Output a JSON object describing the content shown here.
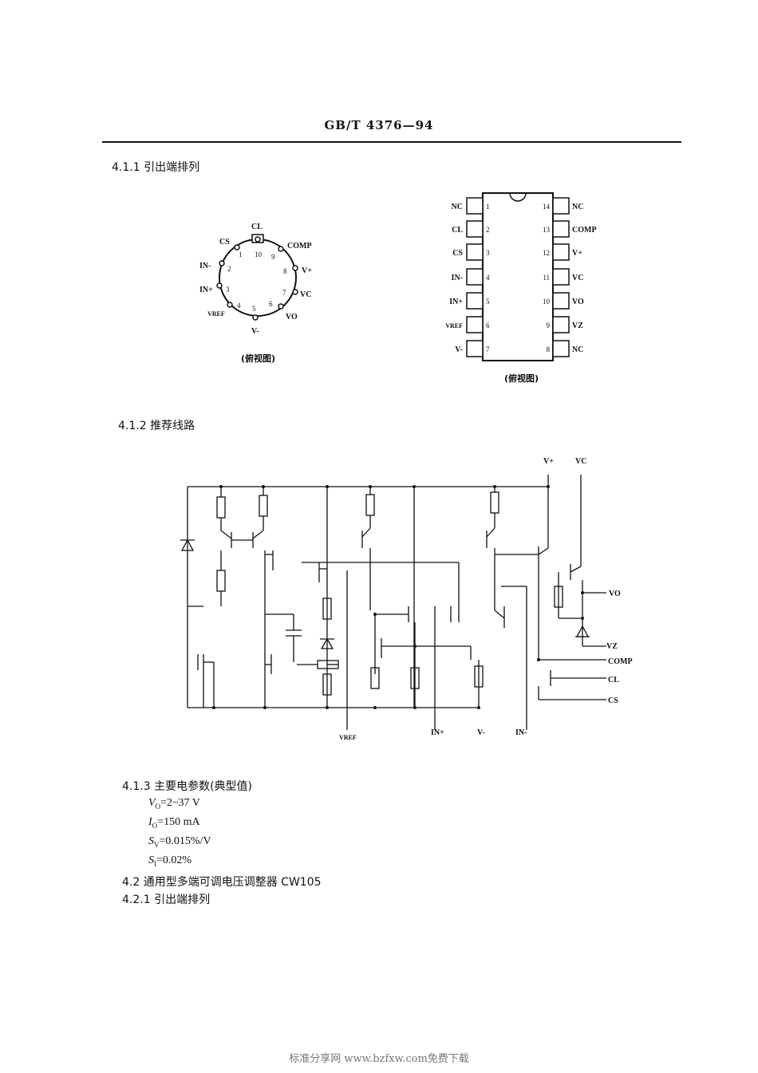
{
  "header": {
    "standard_code": "GB/T 4376—94"
  },
  "sections": {
    "s411": "4.1.1  引出端排列",
    "s412": "4.1.2  推荐线路",
    "s413": "4.1.3  主要电参数(典型值)",
    "s42": "4.2  通用型多端可调电压调整器 CW105",
    "s421": "4.2.1  引出端排列"
  },
  "round_package": {
    "caption": "(俯视图)",
    "pins": [
      {
        "num": "1",
        "label": "CS"
      },
      {
        "num": "2",
        "label": "IN-"
      },
      {
        "num": "3",
        "label": "IN+"
      },
      {
        "num": "4",
        "label": "VREF"
      },
      {
        "num": "5",
        "label": "V-"
      },
      {
        "num": "6",
        "label": "VO"
      },
      {
        "num": "7",
        "label": "VC"
      },
      {
        "num": "8",
        "label": "V+"
      },
      {
        "num": "9",
        "label": "COMP"
      },
      {
        "num": "10",
        "label": "CL"
      }
    ]
  },
  "dip_package": {
    "caption": "(俯视图)",
    "left_pins": [
      {
        "num": "1",
        "label": "NC"
      },
      {
        "num": "2",
        "label": "CL"
      },
      {
        "num": "3",
        "label": "CS"
      },
      {
        "num": "4",
        "label": "IN-"
      },
      {
        "num": "5",
        "label": "IN+"
      },
      {
        "num": "6",
        "label": "VREF"
      },
      {
        "num": "7",
        "label": "V-"
      }
    ],
    "right_pins": [
      {
        "num": "14",
        "label": "NC"
      },
      {
        "num": "13",
        "label": "COMP"
      },
      {
        "num": "12",
        "label": "V+"
      },
      {
        "num": "11",
        "label": "VC"
      },
      {
        "num": "10",
        "label": "VO"
      },
      {
        "num": "9",
        "label": "VZ"
      },
      {
        "num": "8",
        "label": "NC"
      }
    ]
  },
  "circuit": {
    "top_labels": [
      "V+",
      "VC"
    ],
    "right_labels": [
      "VO",
      "VZ",
      "COMP",
      "CL",
      "CS"
    ],
    "bottom_labels": [
      "VREF",
      "IN+",
      "V-",
      "IN-"
    ]
  },
  "parameters": {
    "vo": "=2~37 V",
    "io": "=150 mA",
    "sv": "=0.015%/V",
    "si": "=0.02%"
  },
  "footer": "标准分享网 www.bzfxw.com免费下载"
}
